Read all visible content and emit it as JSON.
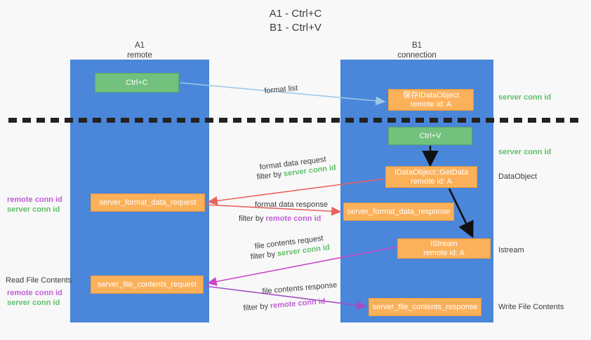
{
  "title": {
    "line1": "A1 - Ctrl+C",
    "line2": "B1 - Ctrl+V"
  },
  "columns": [
    {
      "name": "A1",
      "sub": "remote"
    },
    {
      "name": "B1",
      "sub": "connection"
    }
  ],
  "boxes": {
    "ctrl_c": {
      "label": "Ctrl+C",
      "color": "#72c17c"
    },
    "idataobject": {
      "line1": "保存IDataObject",
      "line2": "remote id: A",
      "color": "#fbb05a"
    },
    "ctrl_v": {
      "label": "Ctrl+V",
      "color": "#72c17c"
    },
    "getdata": {
      "line1": "IDataObject::GetData",
      "line2": "remote id: A",
      "color": "#fbb05a"
    },
    "format_data_request": {
      "label": "server_format_data_request",
      "color": "#fbb05a"
    },
    "format_data_response": {
      "label": "server_format_data_response",
      "color": "#fbb05a"
    },
    "istream": {
      "line1": "IStream",
      "line2": "remote id: A",
      "color": "#fbb05a"
    },
    "file_contents_request": {
      "label": "server_file_contents_request",
      "color": "#fbb05a"
    },
    "file_contents_response": {
      "label": "server_file_contents_response",
      "color": "#fbb05a"
    }
  },
  "arrow_labels": {
    "format_list": "format list",
    "format_data_request": "format data request",
    "format_data_request_filter_prefix": "filter by ",
    "format_data_request_filter_value": "server conn id",
    "format_data_response": "format data response",
    "format_data_response_filter_prefix": "filter by ",
    "format_data_response_filter_value": "remote conn id",
    "file_contents_request": "file contents request",
    "file_contents_request_filter_prefix": "filter by ",
    "file_contents_request_filter_value": "server conn id",
    "file_contents_response": "file contents response",
    "file_contents_response_filter_prefix": "filter by ",
    "file_contents_response_filter_value": "remote conn id"
  },
  "left_annotations": {
    "conn_ids_upper": {
      "remote": "remote conn id",
      "server": "server conn id"
    },
    "read_file_contents": "Read File Contents",
    "conn_ids_lower": {
      "remote": "remote conn id",
      "server": "server conn id"
    }
  },
  "right_annotations": {
    "server_conn_id_top": "server conn id",
    "server_conn_id_mid": "server conn id",
    "dataobject": "DataObject",
    "istream": "Istream",
    "write_file_contents": "Write File Contents"
  },
  "colors": {
    "lane": "#4a86d9",
    "green_box": "#72c17c",
    "orange_box": "#fbb05a",
    "server_conn_id": "#5fbf6b",
    "remote_conn_id": "#c15fd6",
    "arrow_blue": "#9cc9ea",
    "arrow_red": "#e8615e",
    "arrow_magenta": "#cc46cc",
    "arrow_purple": "#a24fc4",
    "arrow_black": "#111111"
  }
}
